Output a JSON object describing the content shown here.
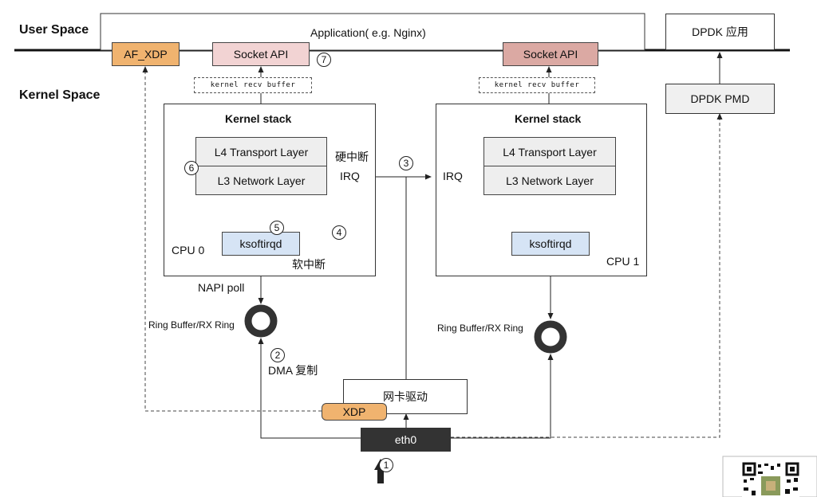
{
  "regions": {
    "user_space": "User Space",
    "kernel_space": "Kernel Space"
  },
  "boxes": {
    "application": "Application( e.g. Nginx)",
    "af_xdp": "AF_XDP",
    "socket_api_left": "Socket API",
    "socket_api_right": "Socket API",
    "dpdk_app": "DPDK 应用",
    "dpdk_pmd": "DPDK PMD",
    "kernel_recv_buffer_left": "kernel recv buffer",
    "kernel_recv_buffer_right": "kernel recv buffer",
    "nic_driver": "网卡驱动",
    "xdp": "XDP",
    "eth0": "eth0"
  },
  "cpu0": {
    "title": "Kernel stack",
    "l4": "L4 Transport Layer",
    "l3": "L3 Network Layer",
    "ksoftirqd": "ksoftirqd",
    "cpu_label": "CPU 0",
    "hard_irq": "硬中断",
    "irq": "IRQ",
    "soft_irq": "软中断"
  },
  "cpu1": {
    "title": "Kernel stack",
    "l4": "L4 Transport Layer",
    "l3": "L3 Network Layer",
    "ksoftirqd": "ksoftirqd",
    "cpu_label": "CPU 1",
    "irq": "IRQ"
  },
  "labels": {
    "napi_poll": "NAPI poll",
    "ring_left": "Ring Buffer/RX Ring",
    "ring_right": "Ring Buffer/RX Ring",
    "dma_copy": "DMA 复制"
  },
  "steps": [
    "1",
    "2",
    "3",
    "4",
    "5",
    "6",
    "7"
  ],
  "colors": {
    "socket_api": "#f2d3d3",
    "socket_api_right": "#dba9a3",
    "orange": "#f0b36f",
    "ksoftirqd": "#d6e4f5",
    "layer": "#eeeeee",
    "eth0": "#333333",
    "ring": "#333333"
  },
  "icons": {
    "qr_code": "qr-code-icon",
    "ring_buffer": "ring-icon",
    "packet_arrow": "packet-arrow-icon"
  }
}
